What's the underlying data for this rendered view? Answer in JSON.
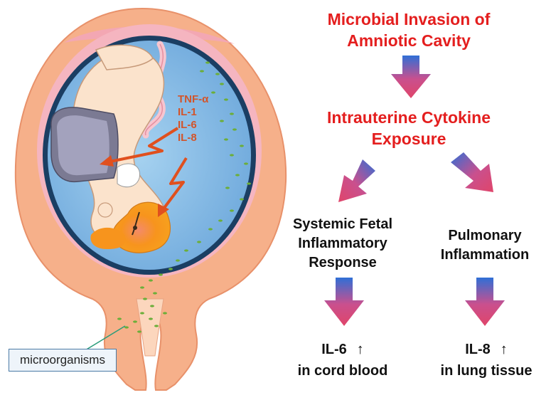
{
  "title": {
    "line1": "Microbial Invasion of",
    "line2": "Amniotic Cavity"
  },
  "step2": {
    "line1": "Intrauterine Cytokine",
    "line2": "Exposure"
  },
  "left_branch": {
    "line1": "Systemic Fetal",
    "line2": "Inflammatory",
    "line3": "Response",
    "marker": "IL-6",
    "trend": "↑",
    "site": "in cord blood"
  },
  "right_branch": {
    "line1": "Pulmonary",
    "line2": "Inflammation",
    "marker": "IL-8",
    "trend": "↑",
    "site": "in lung tissue"
  },
  "cytokines": [
    "TNF-α",
    "IL-1",
    "IL-6",
    "IL-8"
  ],
  "callout_label": "microorganisms",
  "colors": {
    "heading_red": "#e41e1e",
    "arrow_top": "#2f6fd6",
    "arrow_bottom": "#e0456a",
    "uterus": "#f6b08a",
    "amniotic_fluid": "#8fc3ea",
    "fetus_skin": "#fbe3cc",
    "fetal_lung": "#f7941d",
    "microbes": "#6cae3a",
    "cytokine_text": "#d2542a"
  }
}
